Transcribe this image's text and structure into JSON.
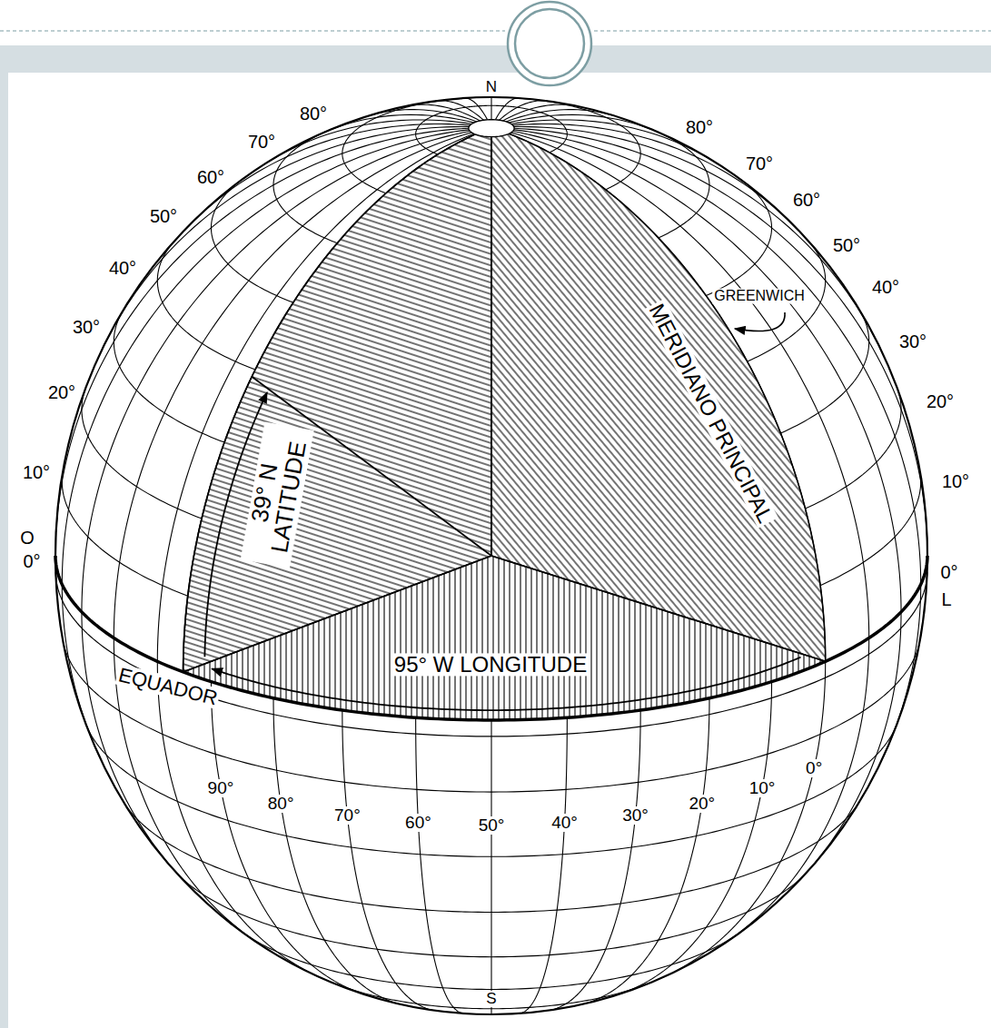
{
  "diagram": {
    "labels": [
      "N",
      "80°",
      "70°",
      "60°",
      "50°",
      "40°",
      "30°",
      "20°",
      "10°",
      "O",
      "0°",
      "80°",
      "70°",
      "60°",
      "50°",
      "40°",
      "30°",
      "20°",
      "10°",
      "0°",
      "L",
      "GREENWICH",
      "MERIDIANO PRINCIPAL",
      "39° N LATITUDE",
      "95° W LONGITUDE",
      "EQUADOR",
      "90°",
      "80°",
      "70°",
      "60°",
      "50°",
      "40°",
      "30°",
      "20°",
      "10°",
      "0°",
      "S"
    ]
  }
}
